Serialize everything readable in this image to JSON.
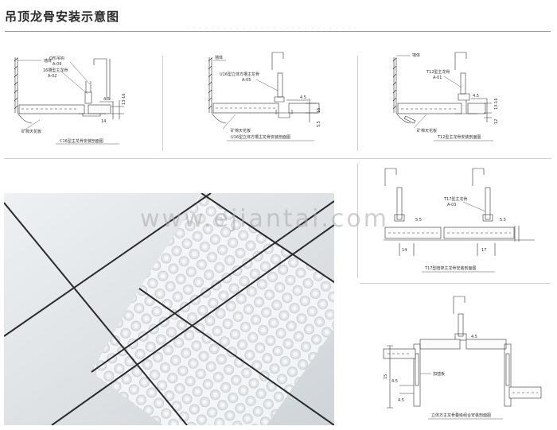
{
  "page": {
    "title": "吊顶龙骨安装示意图",
    "watermark": "www.ejiantai.com"
  },
  "diagrams": {
    "c16": {
      "wall": "墙体",
      "hanger": "Ω形吊钩",
      "hanger_code": "A-09",
      "main": "16槽型主龙骨",
      "main_code": "A-02",
      "board": "矿棉天花板",
      "dim_a": "4.5",
      "dim_b": "13-16",
      "dim_c": "14",
      "caption": "C16型主龙骨安装剖面图"
    },
    "u16": {
      "wall": "墙体",
      "main": "U16型立体方槽主龙骨",
      "main_code": "A-05",
      "board": "矿棉天花板",
      "dim_a": "4.5",
      "dim_b": "16",
      "dim_c": "5.5",
      "caption": "U16型立体方槽主龙骨安装剖面图"
    },
    "t12": {
      "wall": "墙体",
      "main": "T12型主龙骨",
      "main_code": "A-01",
      "board": "矿棉天花板",
      "dim_a": "4.5",
      "dim_b": "13-16",
      "dim_c": "12",
      "caption": "T12型主龙骨安装剖面图"
    },
    "t17": {
      "main": "T17型主龙骨",
      "main_code": "A-03",
      "dim_a": "5.5",
      "dim_b": "5.5",
      "dim_c": "14",
      "dim_d": "17",
      "caption": "T17型暗架主龙骨安装剖面图"
    },
    "stack": {
      "part": "加插板",
      "dim_a": "4.5",
      "dim_b": "4.5",
      "dim_c": "15",
      "dim_d": "4.5",
      "caption": "立体方主龙骨叠级组合安装剖面图"
    }
  },
  "colors": {
    "line": "#333333",
    "separator": "#d0d0d0"
  }
}
